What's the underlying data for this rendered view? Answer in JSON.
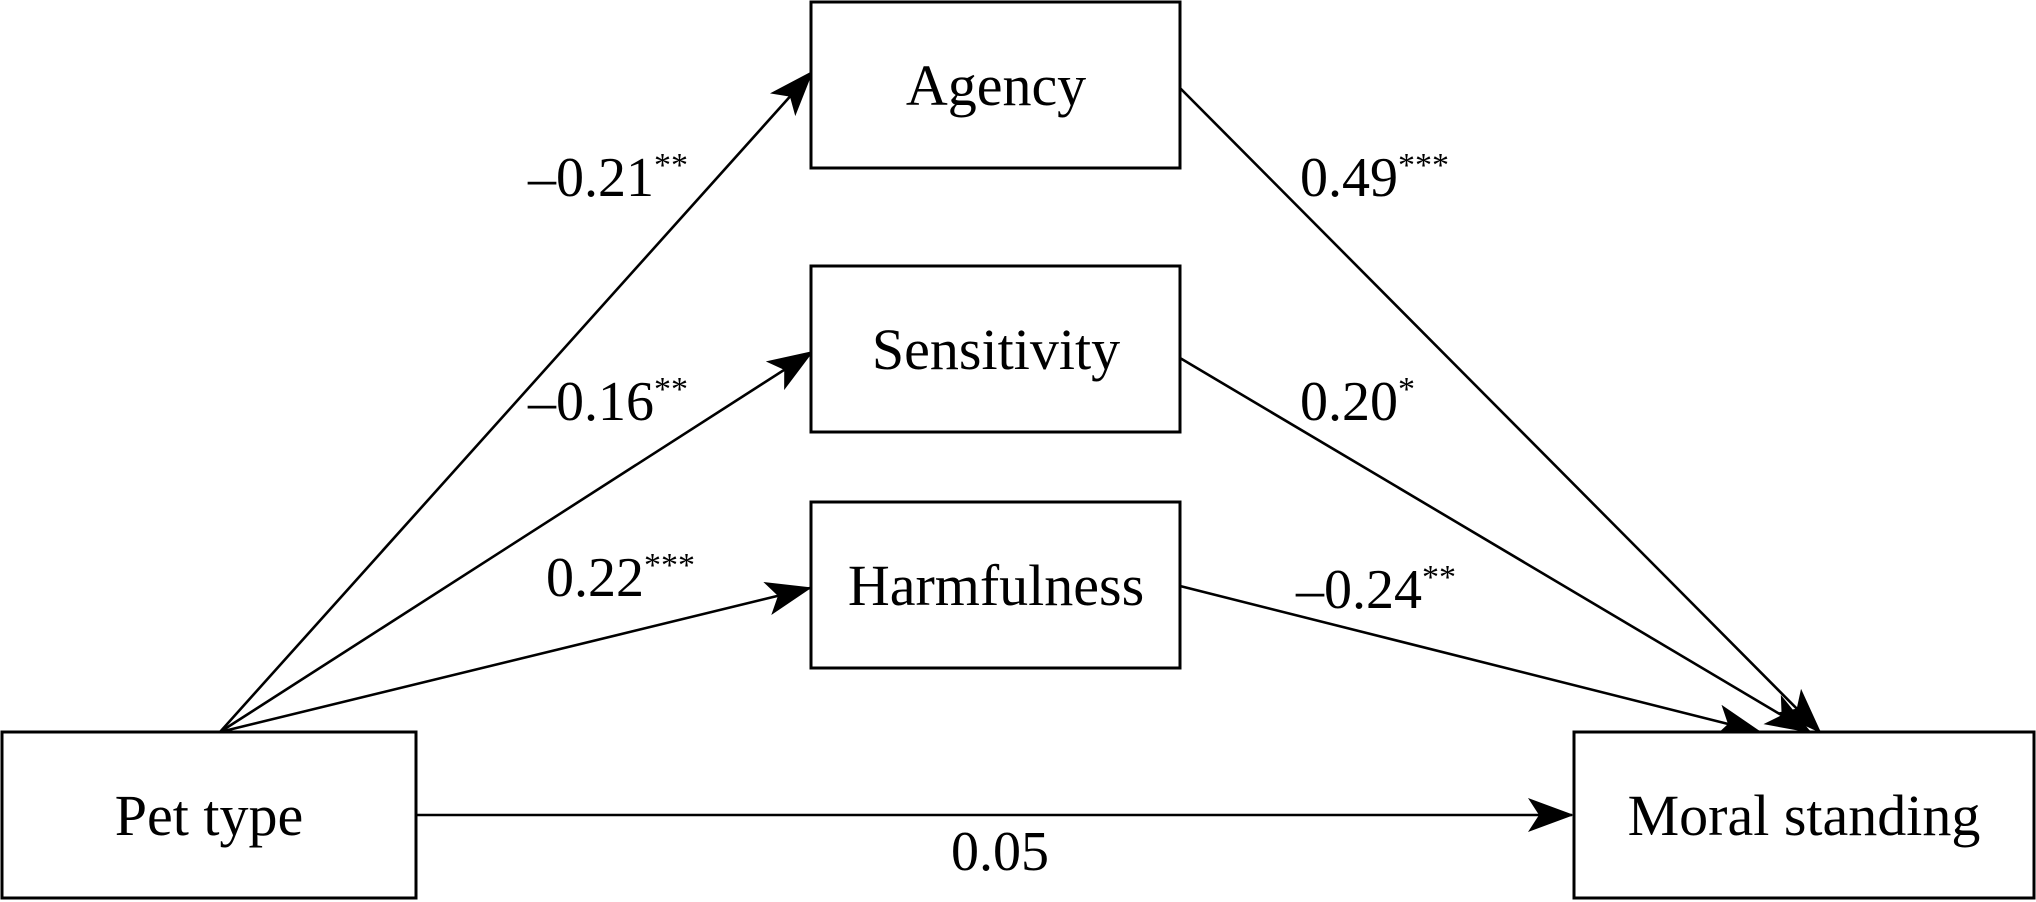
{
  "nodes": {
    "agency": "Agency",
    "sensitivity": "Sensitivity",
    "harmfulness": "Harmfulness",
    "pet_type": "Pet type",
    "moral_standing": "Moral standing"
  },
  "paths": {
    "pet_to_agency": {
      "value": "–0.21",
      "sig": "**"
    },
    "pet_to_sensitivity": {
      "value": "–0.16",
      "sig": "**"
    },
    "pet_to_harmfulness": {
      "value": "0.22",
      "sig": "***"
    },
    "agency_to_moral": {
      "value": "0.49",
      "sig": "***"
    },
    "sensitivity_to_moral": {
      "value": "0.20",
      "sig": "*"
    },
    "harmfulness_to_moral": {
      "value": "–0.24",
      "sig": "**"
    },
    "pet_to_moral": {
      "value": "0.05",
      "sig": ""
    }
  }
}
